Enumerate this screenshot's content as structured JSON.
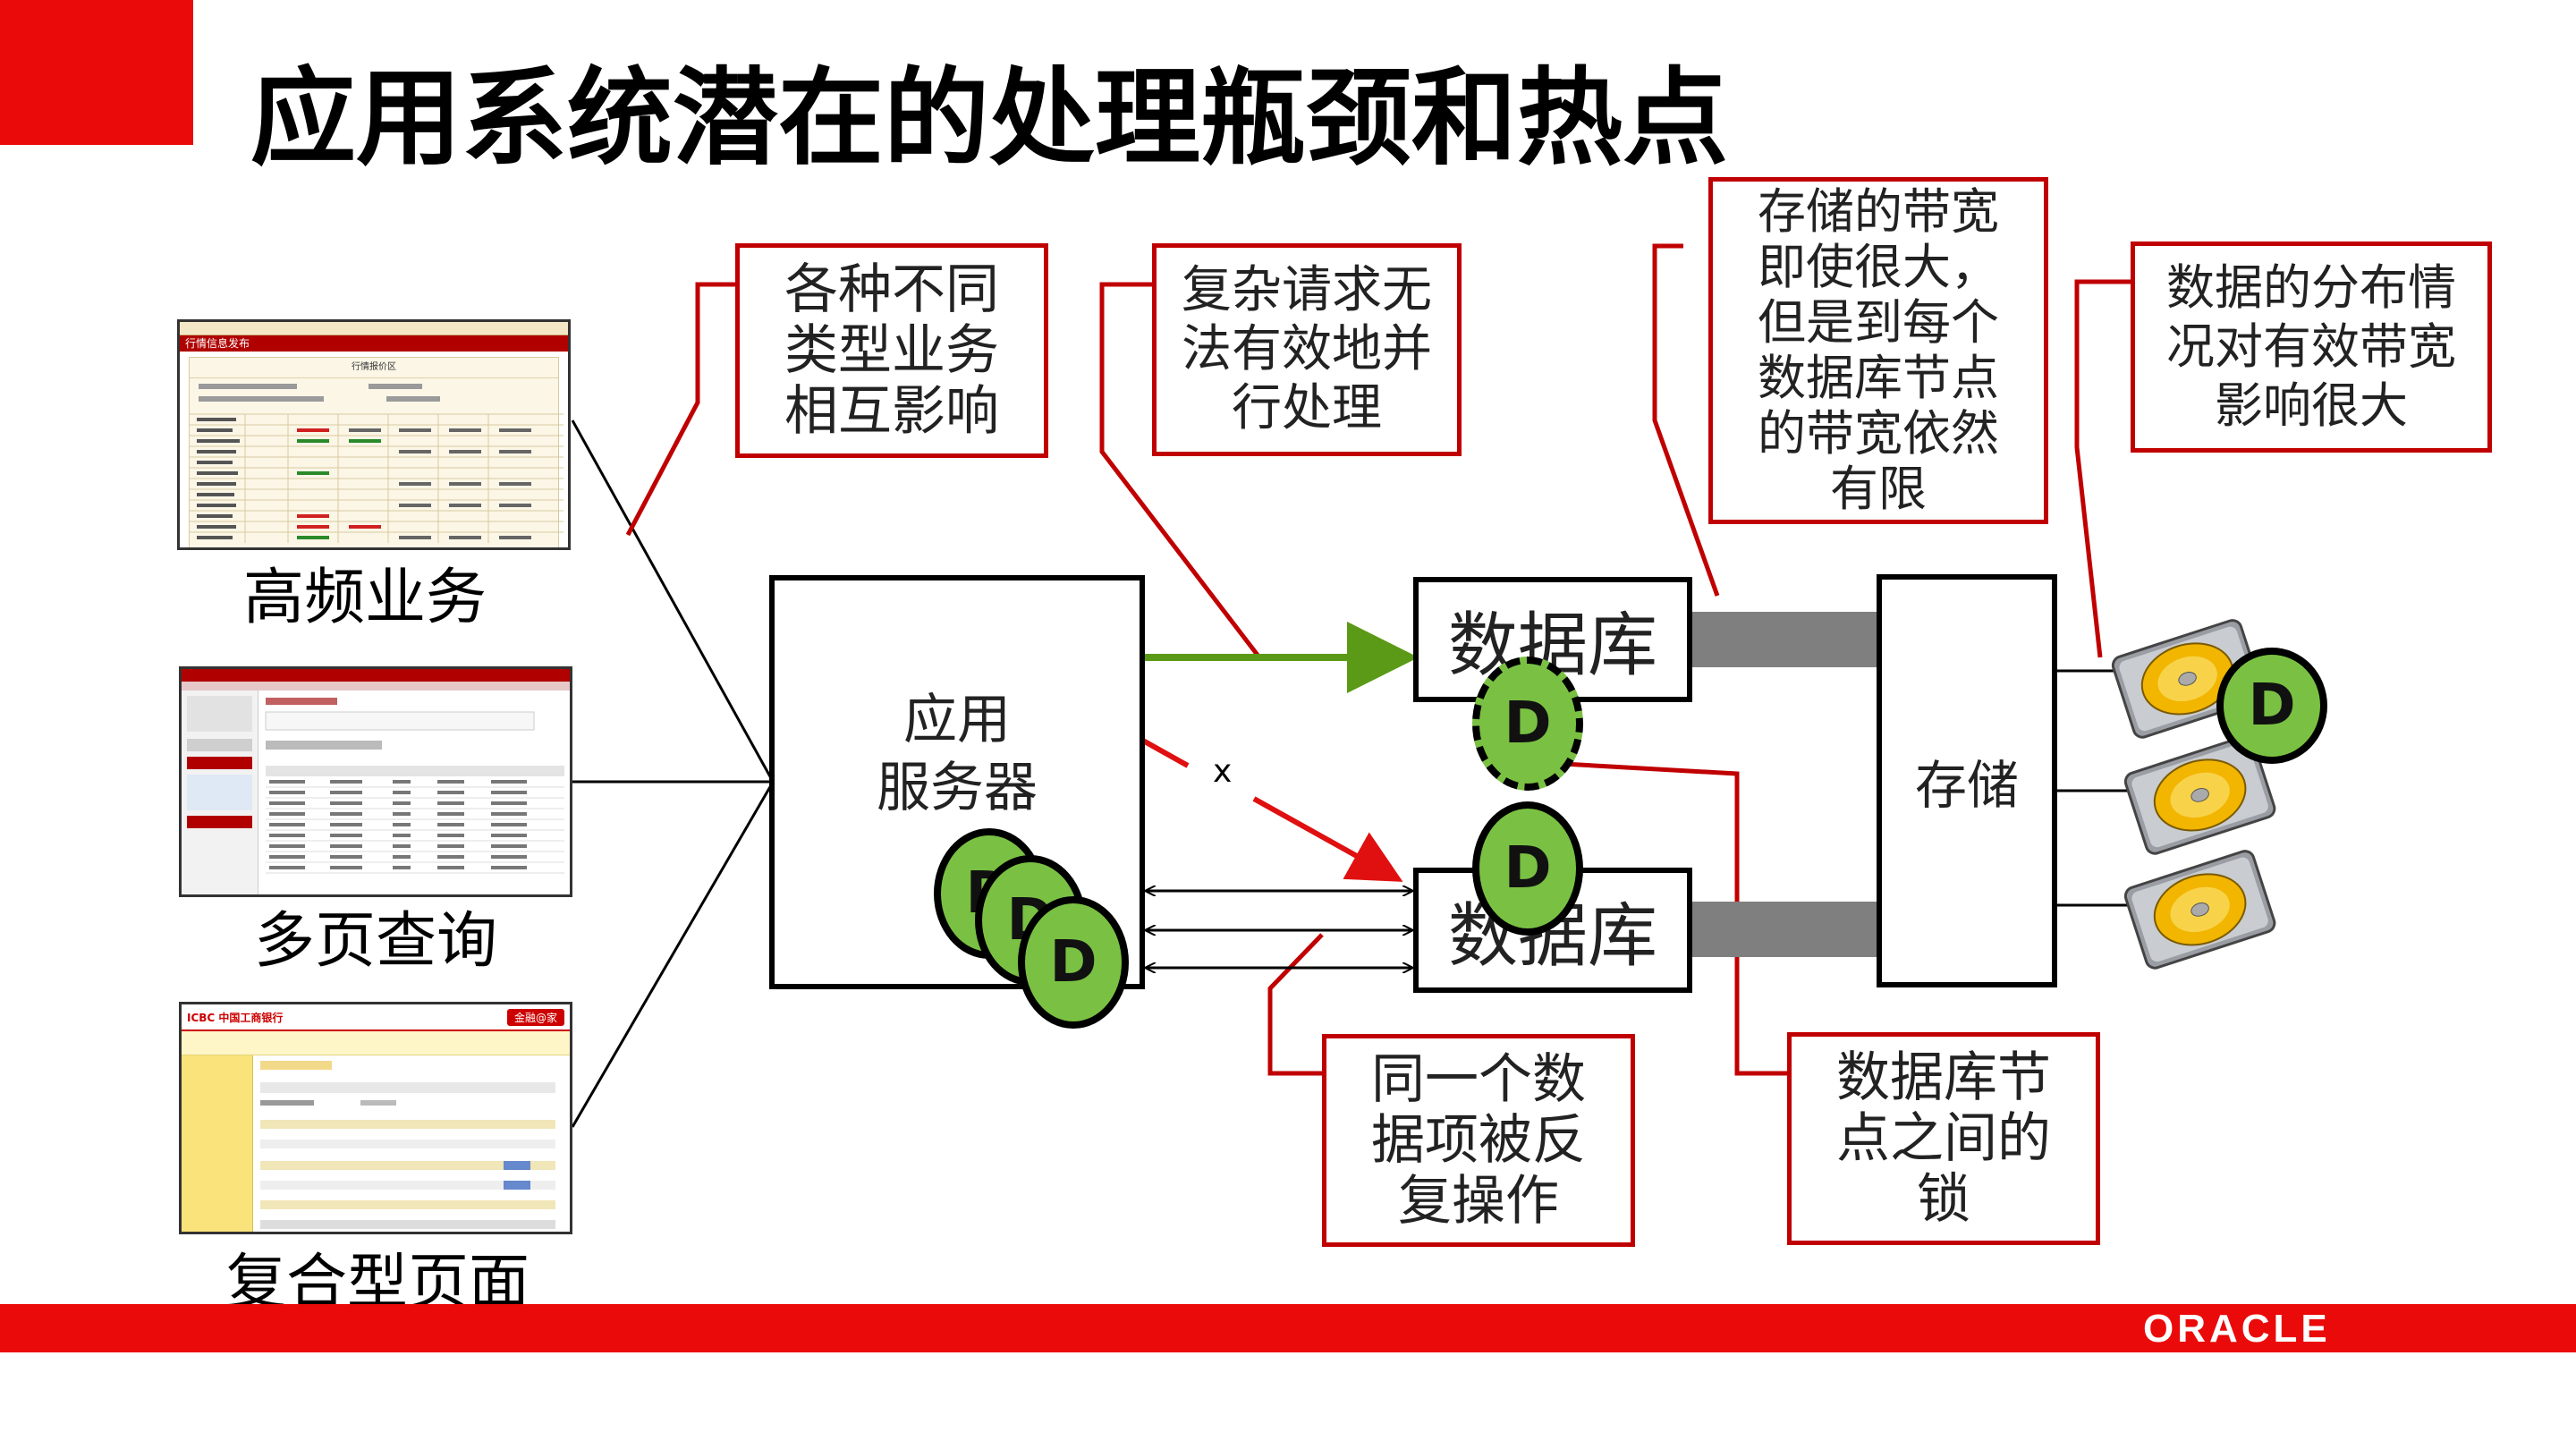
{
  "slide": {
    "title": "应用系统潜在的处理瓶颈和热点",
    "brand_logo": "ORACLE",
    "accent_color": "#e8000b"
  },
  "sources": [
    {
      "caption": "高频业务"
    },
    {
      "caption": "多页查询"
    },
    {
      "caption": "复合型页面"
    }
  ],
  "screens": {
    "fx_header": "行情信息发布",
    "fx_subheader": "行情报价区",
    "bank_name": "ICBC 中国工商银行",
    "bank_tab": "金融@家"
  },
  "nodes": {
    "app_server": "应用\n服务器",
    "database_top": "数据库",
    "database_bottom": "数据库",
    "storage": "存储",
    "d_label": "D"
  },
  "notes": {
    "business_interference": "各种不同\n类型业务\n相互影响",
    "no_parallel": "复杂请求无\n法有效地并\n行处理",
    "storage_bandwidth": "存储的带宽\n即使很大，\n但是到每个\n数据库节点\n的带宽依然\n有限",
    "data_distribution": "数据的分布情\n况对有效带宽\n影响很大",
    "same_item": "同一个数\n据项被反\n复操作",
    "node_lock": "数据库节\n点之间的\n锁"
  },
  "marks": {
    "cross": "x"
  },
  "colors": {
    "callout_border": "#c00000",
    "green_arrow": "#5a9a16",
    "red_arrow": "#e01010",
    "d_fill": "#7ac143",
    "link_bar": "#7f7f7f"
  }
}
